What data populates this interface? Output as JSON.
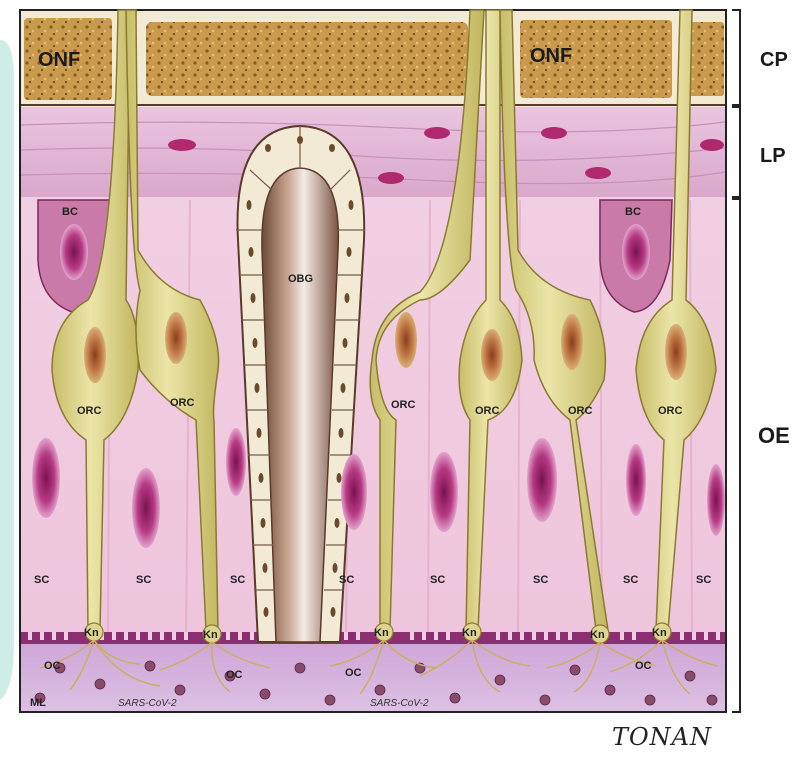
{
  "layers": {
    "cp": "CP",
    "lp": "LP",
    "oe": "OE"
  },
  "labels": {
    "onf": "ONF",
    "bc": "BC",
    "obg": "OBG",
    "orc": "ORC",
    "sc": "SC",
    "kn": "Kn",
    "oc": "OC",
    "ml": "ML",
    "virus": "SARS-CoV-2"
  },
  "signature": "TONAN",
  "colors": {
    "cribriform": "#f3ead6",
    "nerve": "#c9a45a",
    "lamina": "#e3b9d6",
    "epithelium": "#efc8df",
    "neuron": "#ddd58e",
    "nucleus": "#b05a2c",
    "support_nucleus": "#a0286a",
    "mucus": "#d6b0dc"
  }
}
